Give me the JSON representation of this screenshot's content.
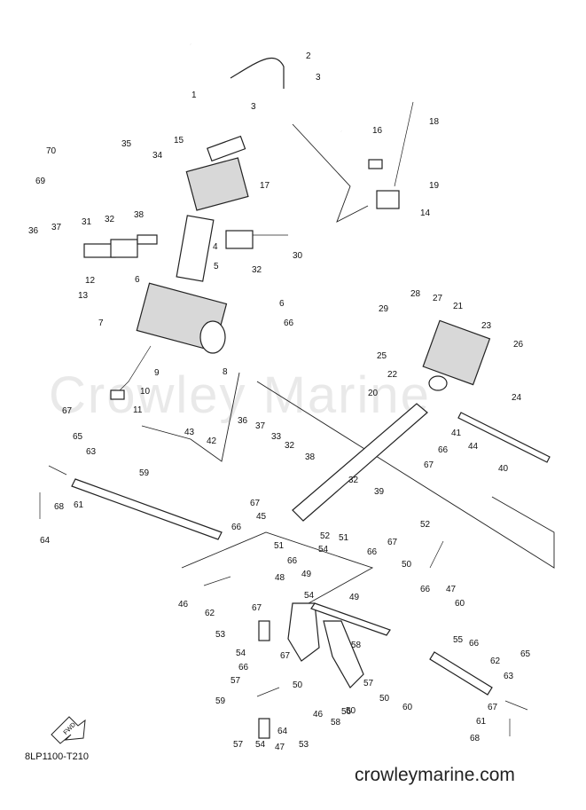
{
  "diagram_code": "8LP1100-T210",
  "watermark": "Crowley Marine",
  "site_url": "crowleymarine.com",
  "fwd_label": "FWD",
  "callouts": [
    "1",
    "2",
    "3",
    "3",
    "14",
    "15",
    "16",
    "17",
    "18",
    "19",
    "34",
    "35",
    "69",
    "70",
    "31",
    "32",
    "36",
    "37",
    "38",
    "4",
    "5",
    "6",
    "12",
    "13",
    "30",
    "32",
    "6",
    "66",
    "7",
    "8",
    "9",
    "10",
    "11",
    "43",
    "42",
    "67",
    "65",
    "63",
    "59",
    "61",
    "68",
    "64",
    "28",
    "27",
    "21",
    "29",
    "25",
    "23",
    "26",
    "22",
    "20",
    "41",
    "44",
    "24",
    "40",
    "66",
    "67",
    "36",
    "37",
    "33",
    "32",
    "38",
    "32",
    "39",
    "67",
    "45",
    "66",
    "52",
    "51",
    "52",
    "51",
    "54",
    "66",
    "67",
    "66",
    "48",
    "49",
    "49",
    "50",
    "54",
    "66",
    "47",
    "46",
    "62",
    "60",
    "67",
    "53",
    "54",
    "67",
    "66",
    "50",
    "57",
    "58",
    "55",
    "66",
    "59",
    "56",
    "57",
    "50",
    "60",
    "62",
    "63",
    "65",
    "67",
    "61",
    "68",
    "64",
    "47",
    "46",
    "58",
    "50",
    "57",
    "54",
    "53",
    "56"
  ]
}
